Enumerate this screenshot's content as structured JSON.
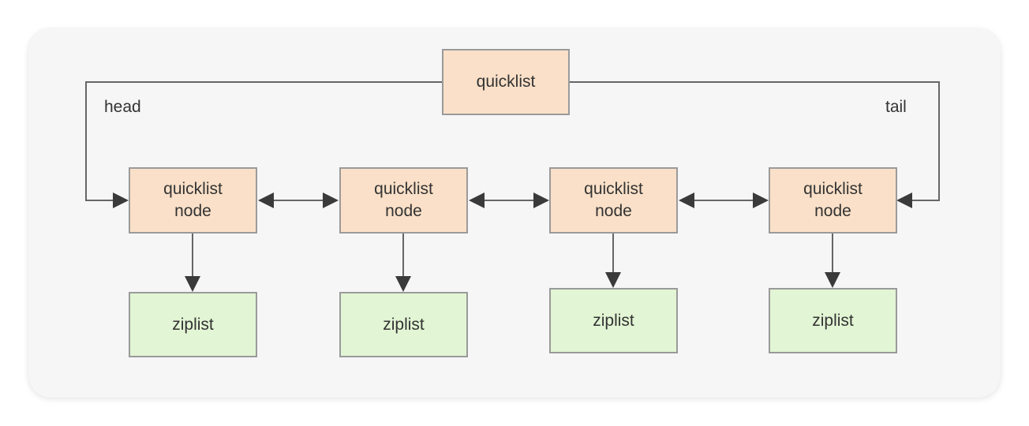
{
  "colors": {
    "node_fill": "#fae0c8",
    "ziplist_fill": "#e2f5d4",
    "border": "#9a9a9a",
    "line": "#666666",
    "arrow": "#3a3a3a",
    "text": "#333333"
  },
  "diagram": {
    "quicklist_label": "quicklist",
    "head_label": "head",
    "tail_label": "tail",
    "nodes": [
      {
        "label": "quicklist\nnode",
        "child": "ziplist"
      },
      {
        "label": "quicklist\nnode",
        "child": "ziplist"
      },
      {
        "label": "quicklist\nnode",
        "child": "ziplist"
      },
      {
        "label": "quicklist\nnode",
        "child": "ziplist"
      }
    ]
  }
}
